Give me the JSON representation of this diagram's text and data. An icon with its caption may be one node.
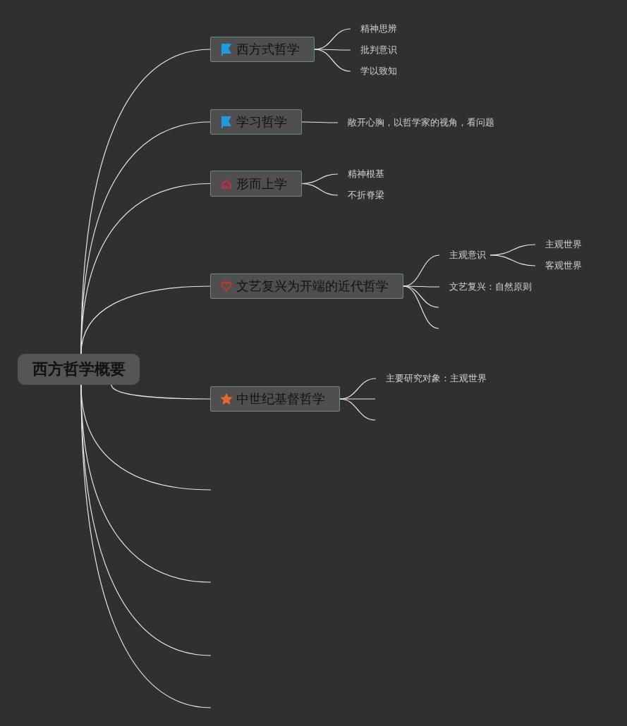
{
  "diagram": {
    "nodes": [
      {
        "text": [
          "西方哲学概要"
        ]
      },
      {
        "text": [
          "西方式哲学"
        ]
      },
      {
        "text": [
          "精神思辨"
        ]
      },
      {
        "text": [
          "批判意识"
        ]
      },
      {
        "text": [
          "学以致知"
        ]
      },
      {
        "text": [
          "学习哲学"
        ]
      },
      {
        "text": [
          "敞开心胸，以哲学家的视角，看问题"
        ]
      },
      {
        "text": [
          "形而上学"
        ]
      },
      {
        "text": [
          "精神根基"
        ]
      },
      {
        "text": [
          "不折脊梁"
        ]
      },
      {
        "text": [
          "文艺复兴为开端的近代哲学"
        ]
      },
      {
        "text": [
          "主观意识"
        ]
      },
      {
        "text": [
          "主观世界"
        ]
      },
      {
        "text": [
          "客观世界"
        ]
      },
      {
        "text": [
          "文艺复兴：自然原则"
        ]
      },
      {
        "text": [
          "中世纪基督哲学"
        ]
      },
      {
        "text": [
          "主要研究对象：主观世界"
        ]
      }
    ],
    "edges": [
      {
        "from": 0,
        "to": 1,
        "arrow": "none"
      },
      {
        "from": 0,
        "to": 5,
        "arrow": "none"
      },
      {
        "from": 0,
        "to": 7,
        "arrow": "none"
      },
      {
        "from": 0,
        "to": 10,
        "arrow": "none"
      },
      {
        "from": 0,
        "to": 15,
        "arrow": "none"
      },
      {
        "from": 0,
        "to": null,
        "arrow": "none"
      },
      {
        "from": 0,
        "to": null,
        "arrow": "none"
      },
      {
        "from": 0,
        "to": null,
        "arrow": "none"
      },
      {
        "from": 0,
        "to": null,
        "arrow": "none"
      },
      {
        "from": 1,
        "to": 2,
        "arrow": "none"
      },
      {
        "from": 1,
        "to": 3,
        "arrow": "none"
      },
      {
        "from": 1,
        "to": 4,
        "arrow": "none"
      },
      {
        "from": 5,
        "to": 6,
        "arrow": "none"
      },
      {
        "from": 7,
        "to": 8,
        "arrow": "none"
      },
      {
        "from": 7,
        "to": 9,
        "arrow": "none"
      },
      {
        "from": 10,
        "to": 11,
        "arrow": "none"
      },
      {
        "from": 10,
        "to": 14,
        "arrow": "none"
      },
      {
        "from": 10,
        "to": null,
        "arrow": "none"
      },
      {
        "from": 10,
        "to": null,
        "arrow": "none"
      },
      {
        "from": 11,
        "to": 12,
        "arrow": "none"
      },
      {
        "from": 11,
        "to": 13,
        "arrow": "none"
      },
      {
        "from": 15,
        "to": 16,
        "arrow": "none"
      },
      {
        "from": 15,
        "to": null,
        "arrow": "none"
      },
      {
        "from": 15,
        "to": null,
        "arrow": "none"
      }
    ]
  }
}
